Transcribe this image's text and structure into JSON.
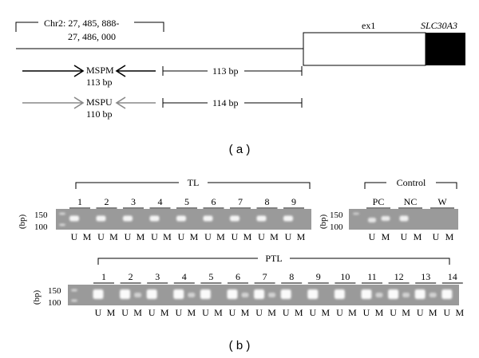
{
  "panel_a": {
    "region_label_1": "Chr2: 27, 485, 888-",
    "region_label_2": "27, 486, 000",
    "exon_label": "ex1",
    "gene_label": "SLC30A3",
    "mspm_name": "MSPM",
    "mspm_size": "113 bp",
    "mspm_distance": "113 bp",
    "mspu_name": "MSPU",
    "mspu_size": "110 bp",
    "mspu_distance": "114 bp",
    "caption": "( a )",
    "colors": {
      "methylated": "#000000",
      "unmethylated": "#888888",
      "gene_block": "#000000"
    }
  },
  "panel_b": {
    "caption": "( b )",
    "bp_label": "(bp)",
    "marker_high": "150",
    "marker_low": "100",
    "tl_group": "TL",
    "tl_lanes": [
      "1",
      "2",
      "3",
      "4",
      "5",
      "6",
      "7",
      "8",
      "9"
    ],
    "control_group": "Control",
    "control_lanes": [
      "PC",
      "NC",
      "W"
    ],
    "ptl_group": "PTL",
    "ptl_lanes": [
      "1",
      "2",
      "3",
      "4",
      "5",
      "6",
      "7",
      "8",
      "9",
      "10",
      "11",
      "12",
      "13",
      "14"
    ],
    "u_label": "U",
    "m_label": "M"
  }
}
